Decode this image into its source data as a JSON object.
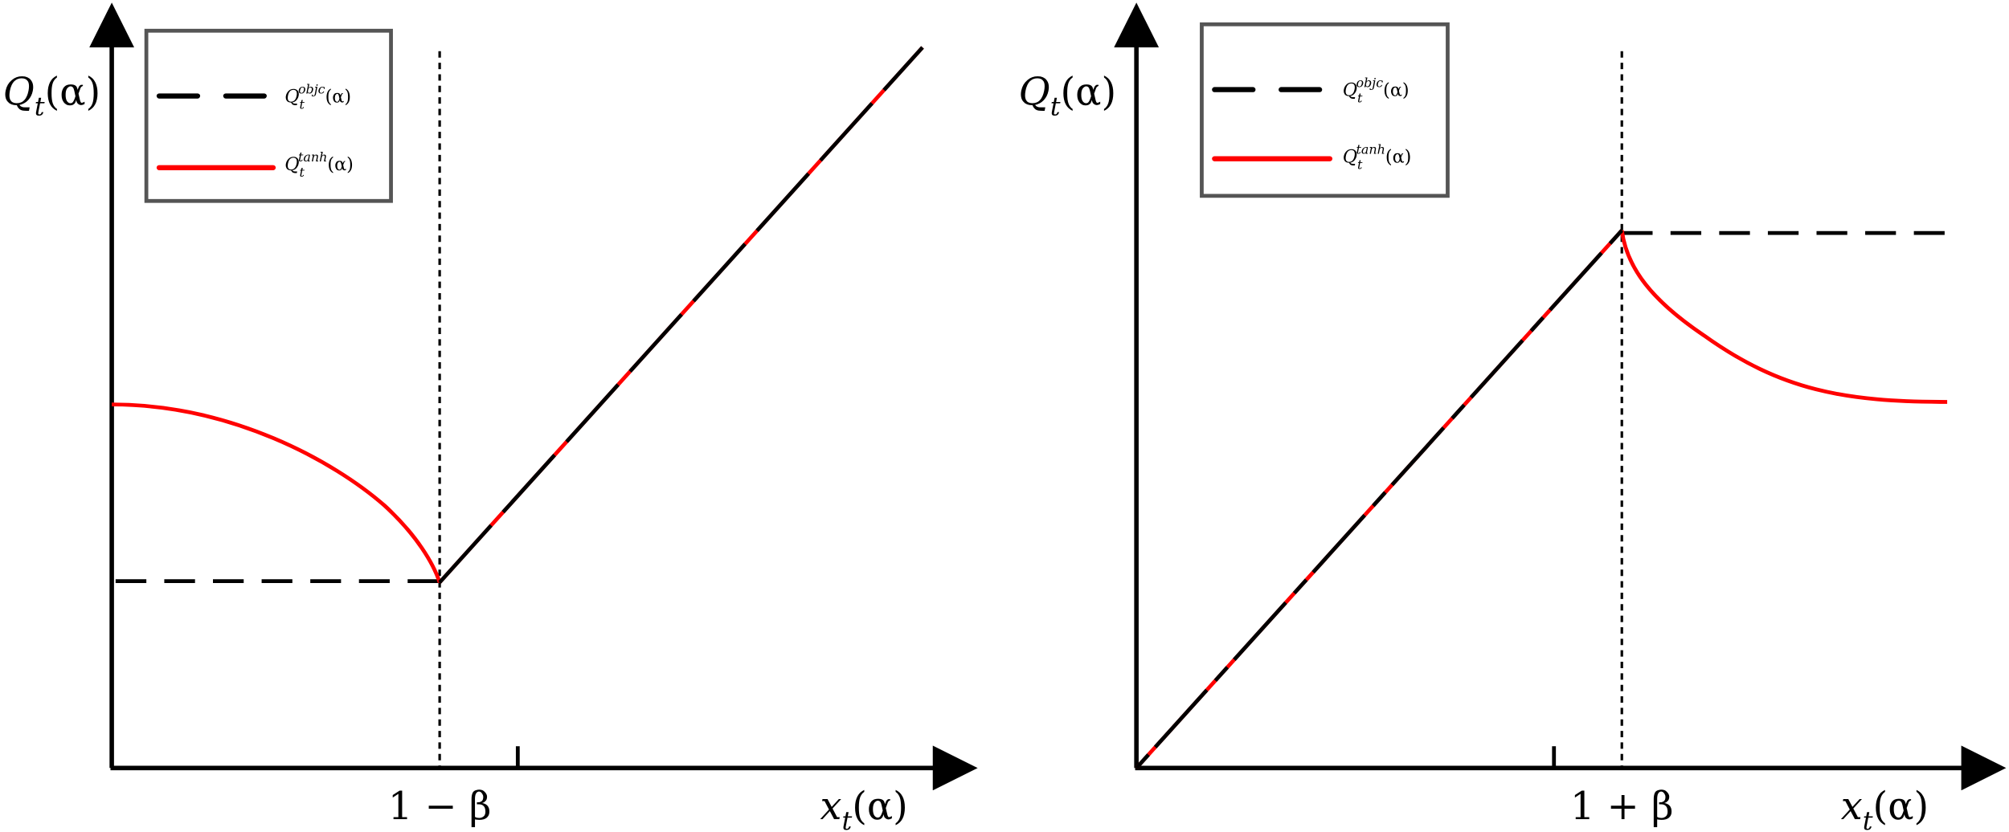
{
  "chart_data": [
    {
      "type": "line",
      "panel": "left",
      "ylabel": {
        "main": "Q",
        "sub": "t",
        "rest": "(α)"
      },
      "xlabel": {
        "main": "x",
        "sub": "t",
        "rest": "(α)"
      },
      "xtick_label": "1 − β",
      "legend": [
        {
          "main": "Q",
          "sub": "t",
          "sup": "objc",
          "rest": "(α)",
          "style": "dashed",
          "color": "#000000"
        },
        {
          "main": "Q",
          "sub": "t",
          "sup": "tanh",
          "rest": "(α)",
          "style": "solid",
          "color": "#ff0000"
        }
      ],
      "legend_position": "top-left"
    },
    {
      "type": "line",
      "panel": "right",
      "ylabel": {
        "main": "Q",
        "sub": "t",
        "rest": "(α)"
      },
      "xlabel": {
        "main": "x",
        "sub": "t",
        "rest": "(α)"
      },
      "xtick_label": "1 + β",
      "legend": [
        {
          "main": "Q",
          "sub": "t",
          "sup": "objc",
          "rest": "(α)",
          "style": "dashed",
          "color": "#000000"
        },
        {
          "main": "Q",
          "sub": "t",
          "sup": "tanh",
          "rest": "(α)",
          "style": "solid",
          "color": "#ff0000"
        }
      ],
      "legend_position": "top-left"
    }
  ]
}
